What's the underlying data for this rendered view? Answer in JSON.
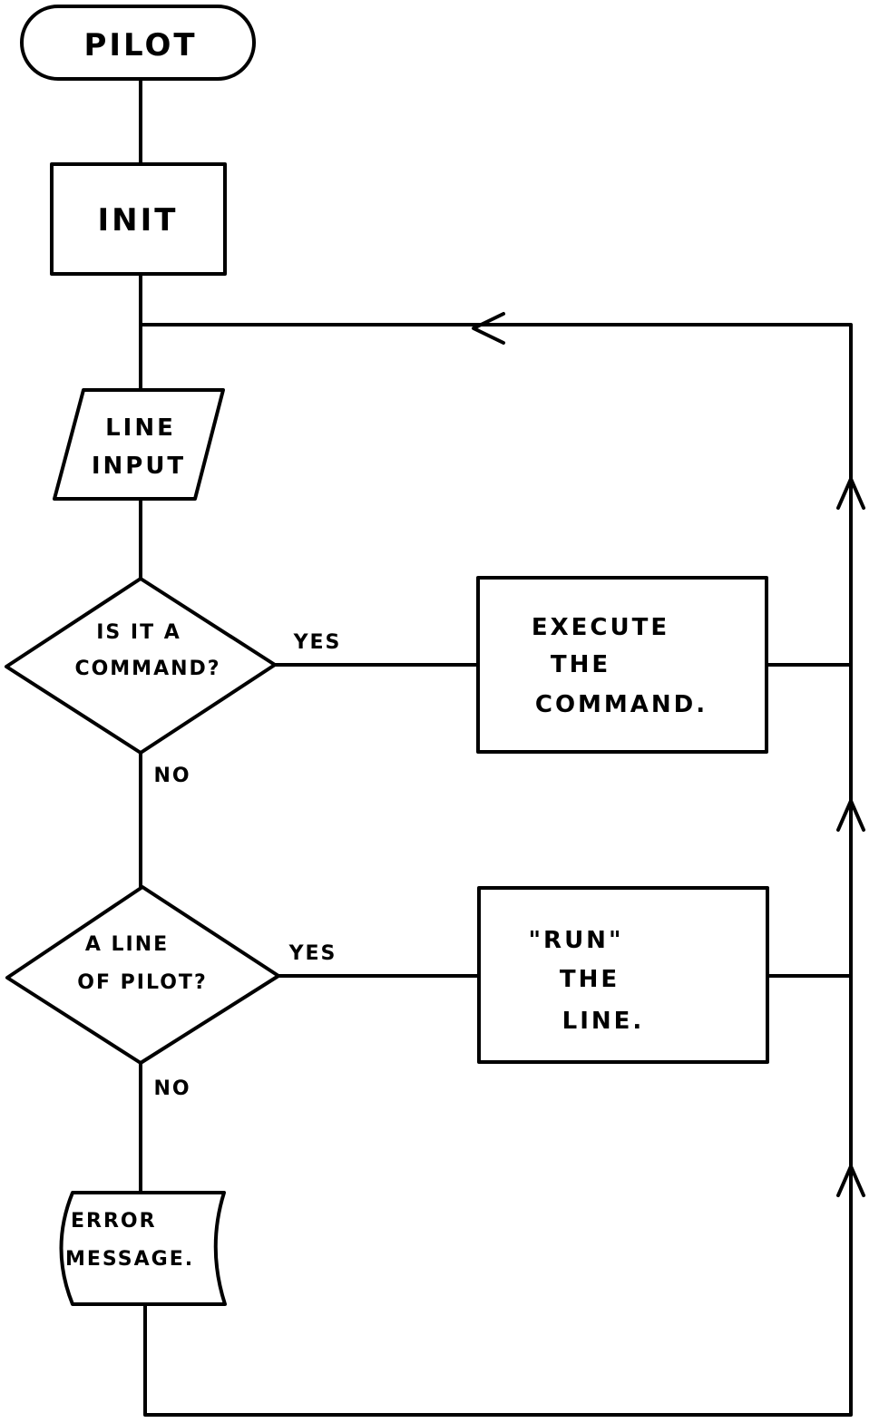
{
  "diagram": {
    "type": "flowchart",
    "style": "hand-drawn",
    "nodes": {
      "start": {
        "kind": "terminator",
        "text": "PILOT"
      },
      "init": {
        "kind": "process",
        "text": "INIT"
      },
      "input": {
        "kind": "input-output",
        "lines": [
          "LINE",
          "INPUT"
        ]
      },
      "is_command": {
        "kind": "decision",
        "lines": [
          "IS IT A",
          "COMMAND?"
        ]
      },
      "execute": {
        "kind": "process",
        "lines": [
          "EXECUTE",
          "THE",
          "COMMAND."
        ]
      },
      "is_pilot_line": {
        "kind": "decision",
        "lines": [
          "A LINE",
          "OF PILOT?"
        ]
      },
      "run": {
        "kind": "process",
        "lines": [
          "\"RUN\"",
          "THE",
          "LINE."
        ]
      },
      "error": {
        "kind": "display",
        "lines": [
          "ERROR",
          "MESSAGE."
        ]
      }
    },
    "edge_labels": {
      "cmd_yes": "YES",
      "cmd_no": "NO",
      "pilot_yes": "YES",
      "pilot_no": "NO"
    },
    "edges": [
      {
        "from": "start",
        "to": "init"
      },
      {
        "from": "init",
        "to": "input"
      },
      {
        "from": "input",
        "to": "is_command"
      },
      {
        "from": "is_command",
        "to": "execute",
        "label": "YES"
      },
      {
        "from": "is_command",
        "to": "is_pilot_line",
        "label": "NO"
      },
      {
        "from": "is_pilot_line",
        "to": "run",
        "label": "YES"
      },
      {
        "from": "is_pilot_line",
        "to": "error",
        "label": "NO"
      },
      {
        "from": "execute",
        "to": "input",
        "note": "loop back"
      },
      {
        "from": "run",
        "to": "input",
        "note": "loop back"
      },
      {
        "from": "error",
        "to": "input",
        "note": "loop back"
      }
    ]
  }
}
